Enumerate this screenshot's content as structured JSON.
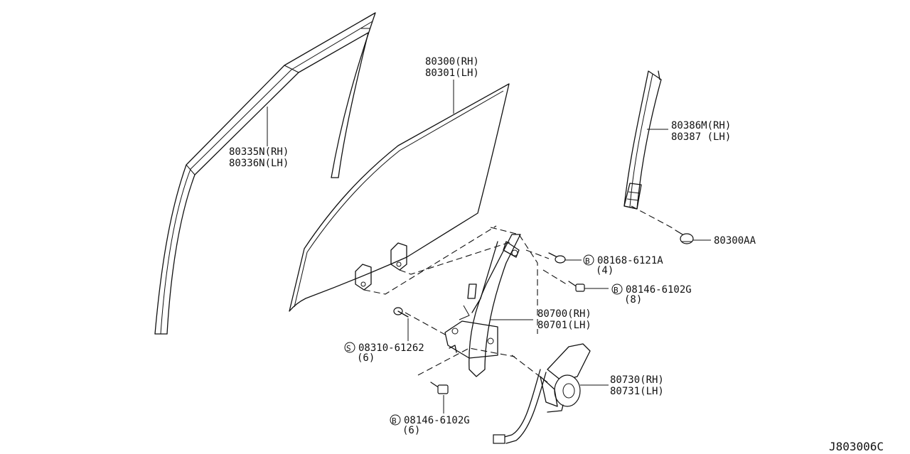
{
  "diagram_id": "J803006C",
  "parts": {
    "glass": {
      "line1": "80300(RH)",
      "line2": "80301(LH)"
    },
    "sash_run": {
      "line1": "80335N(RH)",
      "line2": "80336N(LH)"
    },
    "pillar_trim": {
      "line1": "80386M(RH)",
      "line2": "80387 (LH)"
    },
    "clip": {
      "line1": "80300AA"
    },
    "bolt_a": {
      "symbol": "B",
      "part": "08168-6121A",
      "qty": "(4)"
    },
    "bolt_b": {
      "symbol": "B",
      "part": "08146-6102G",
      "qty": "(8)"
    },
    "regulator": {
      "line1": "80700(RH)",
      "line2": "80701(LH)"
    },
    "screw": {
      "symbol": "S",
      "part": "08310-61262",
      "qty": "(6)"
    },
    "motor": {
      "line1": "80730(RH)",
      "line2": "80731(LH)"
    },
    "bolt_c": {
      "symbol": "B",
      "part": "08146-6102G",
      "qty": "(6)"
    }
  }
}
